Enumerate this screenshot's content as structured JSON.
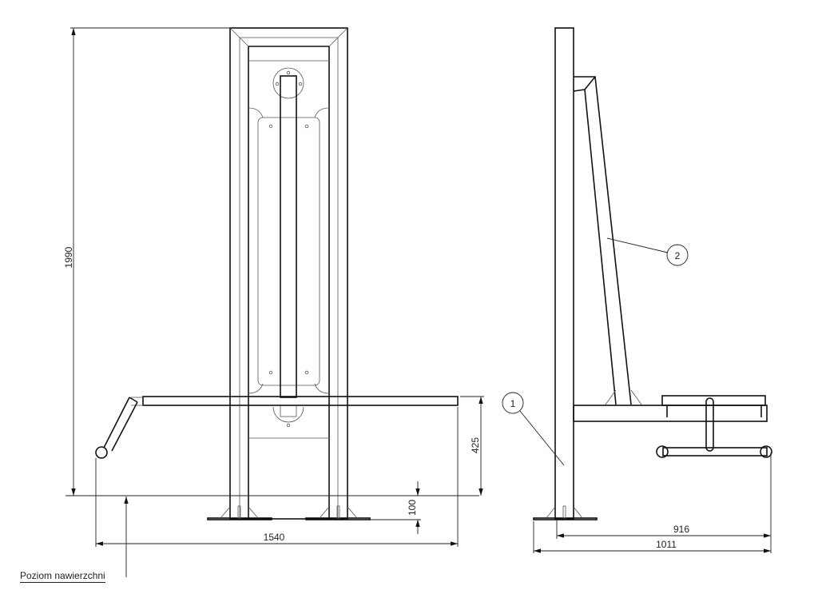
{
  "dimensions": {
    "height_total": "1990",
    "bar_height": "425",
    "foundation_depth": "100",
    "width_total": "1540",
    "side_depth_inner": "916",
    "side_depth_total": "1011"
  },
  "callouts": [
    "1",
    "2"
  ],
  "surface_label": "Poziom nawierzchni"
}
